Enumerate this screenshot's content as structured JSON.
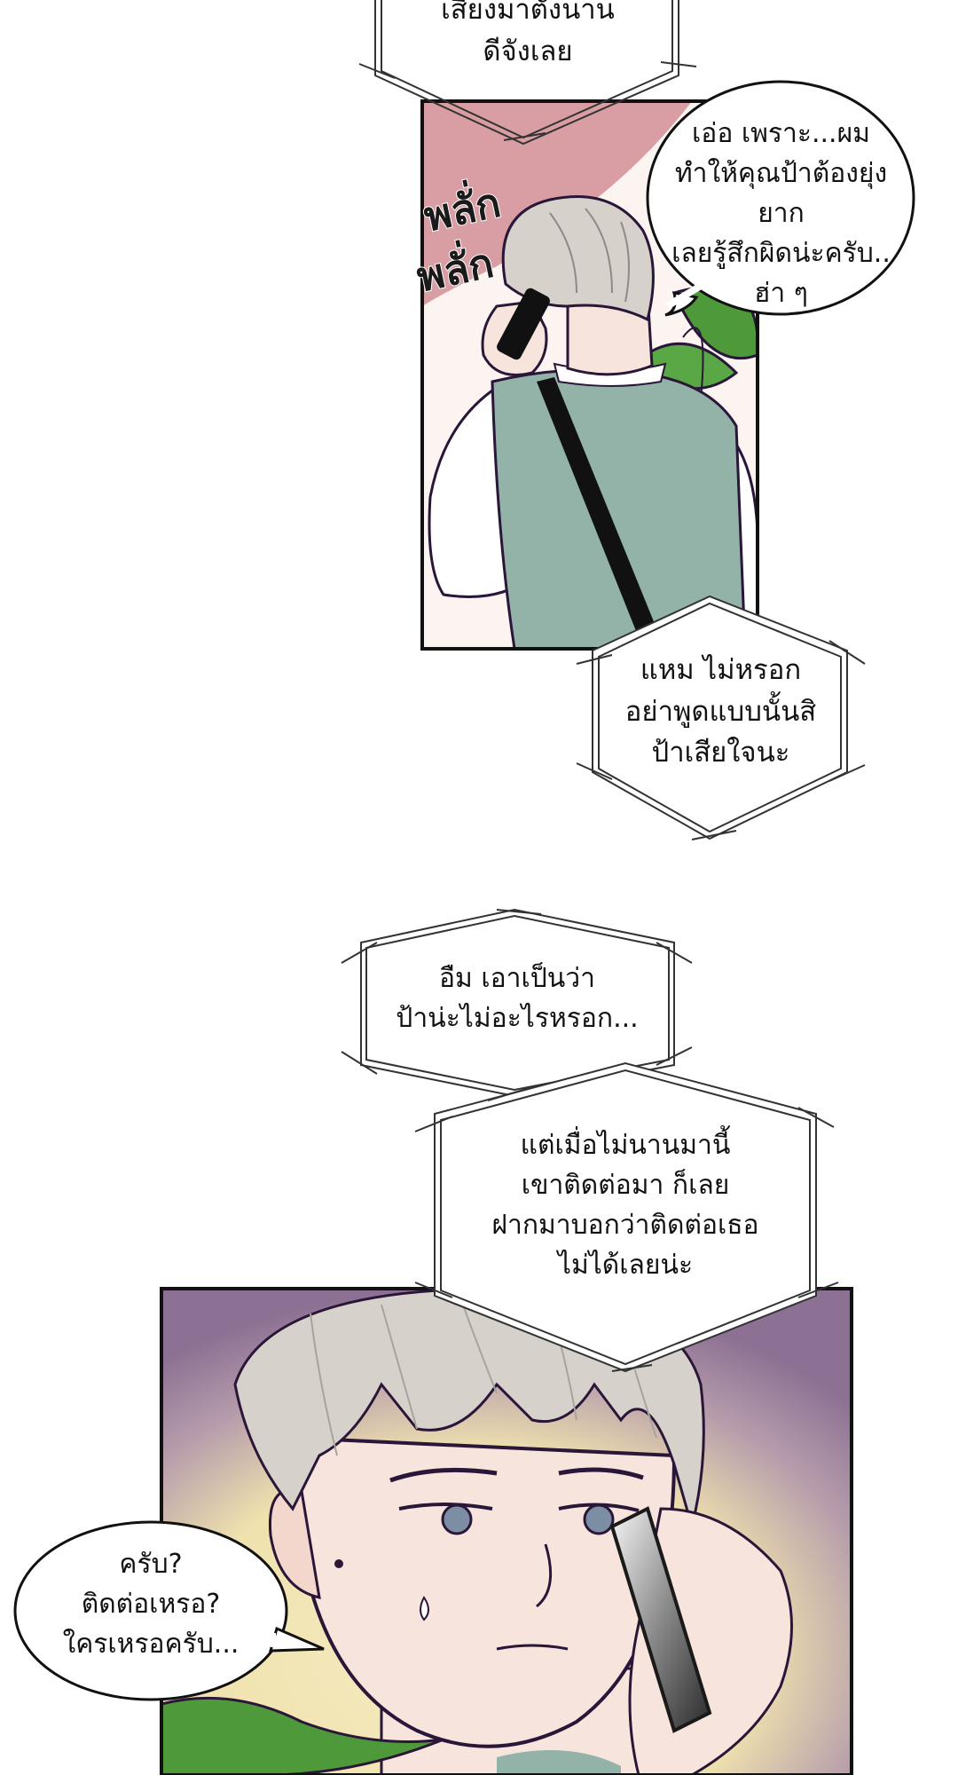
{
  "comic": {
    "caption_top": "เสียงมาตั้งนาน\nดีจังเลย",
    "sfx": [
      "พลั่ก",
      "พลั่ก"
    ],
    "bubble_apology": "เอ่อ เพราะ...ผม\nทำให้คุณป้าต้องยุ่งยาก\nเลยรู้สึกผิดน่ะครับ..\nฮ่า ๆ",
    "caption_aunt_reassure": "แหม ไม่หรอก\nอย่าพูดแบบนั้นสิ\nป้าเสียใจนะ",
    "caption_aunt_1": "อืม เอาเป็นว่า\nป้าน่ะไม่อะไรหรอก...",
    "caption_aunt_2": "แต่เมื่อไม่นานมานี้\nเขาติดต่อมา ก็เลย\nฝากมาบอกว่าติดต่อเธอ\nไม่ได้เลยน่ะ",
    "bubble_question": "ครับ?\nติดต่อเหรอ?\nใครเหรอครับ...",
    "colors": {
      "panel_pink": "#d99ea4",
      "vest_green": "#93b3a8",
      "hair_gray": "#d6d1cb",
      "leaf_green": "#4e9a3a",
      "panel_purple": "#8d7194",
      "panel_yellow": "#f3e7b8",
      "skin": "#f7e4dc",
      "outline": "#2a1638"
    }
  }
}
